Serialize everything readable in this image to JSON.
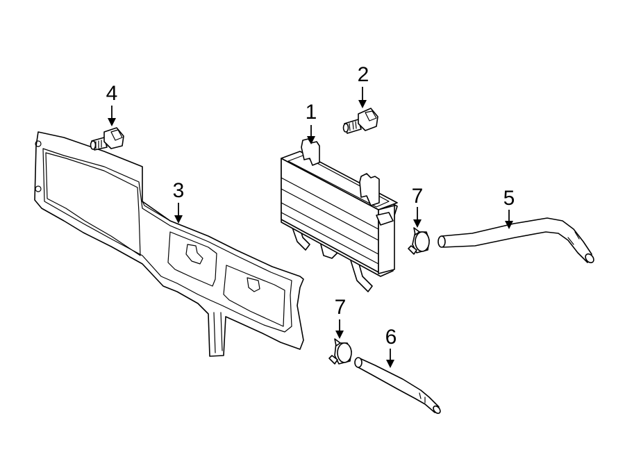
{
  "callouts": {
    "c1": "1",
    "c2": "2",
    "c3": "3",
    "c4": "4",
    "c5": "5",
    "c6": "6",
    "c7a": "7",
    "c7b": "7"
  },
  "parts": [
    {
      "callout": "1",
      "name": "oil-cooler"
    },
    {
      "callout": "2",
      "name": "cooler-bolt"
    },
    {
      "callout": "3",
      "name": "support-panel"
    },
    {
      "callout": "4",
      "name": "panel-bolt"
    },
    {
      "callout": "5",
      "name": "upper-hose"
    },
    {
      "callout": "6",
      "name": "lower-hose"
    },
    {
      "callout": "7",
      "name": "hose-clamp"
    }
  ],
  "colors": {
    "line": "#000000",
    "background": "#ffffff"
  }
}
